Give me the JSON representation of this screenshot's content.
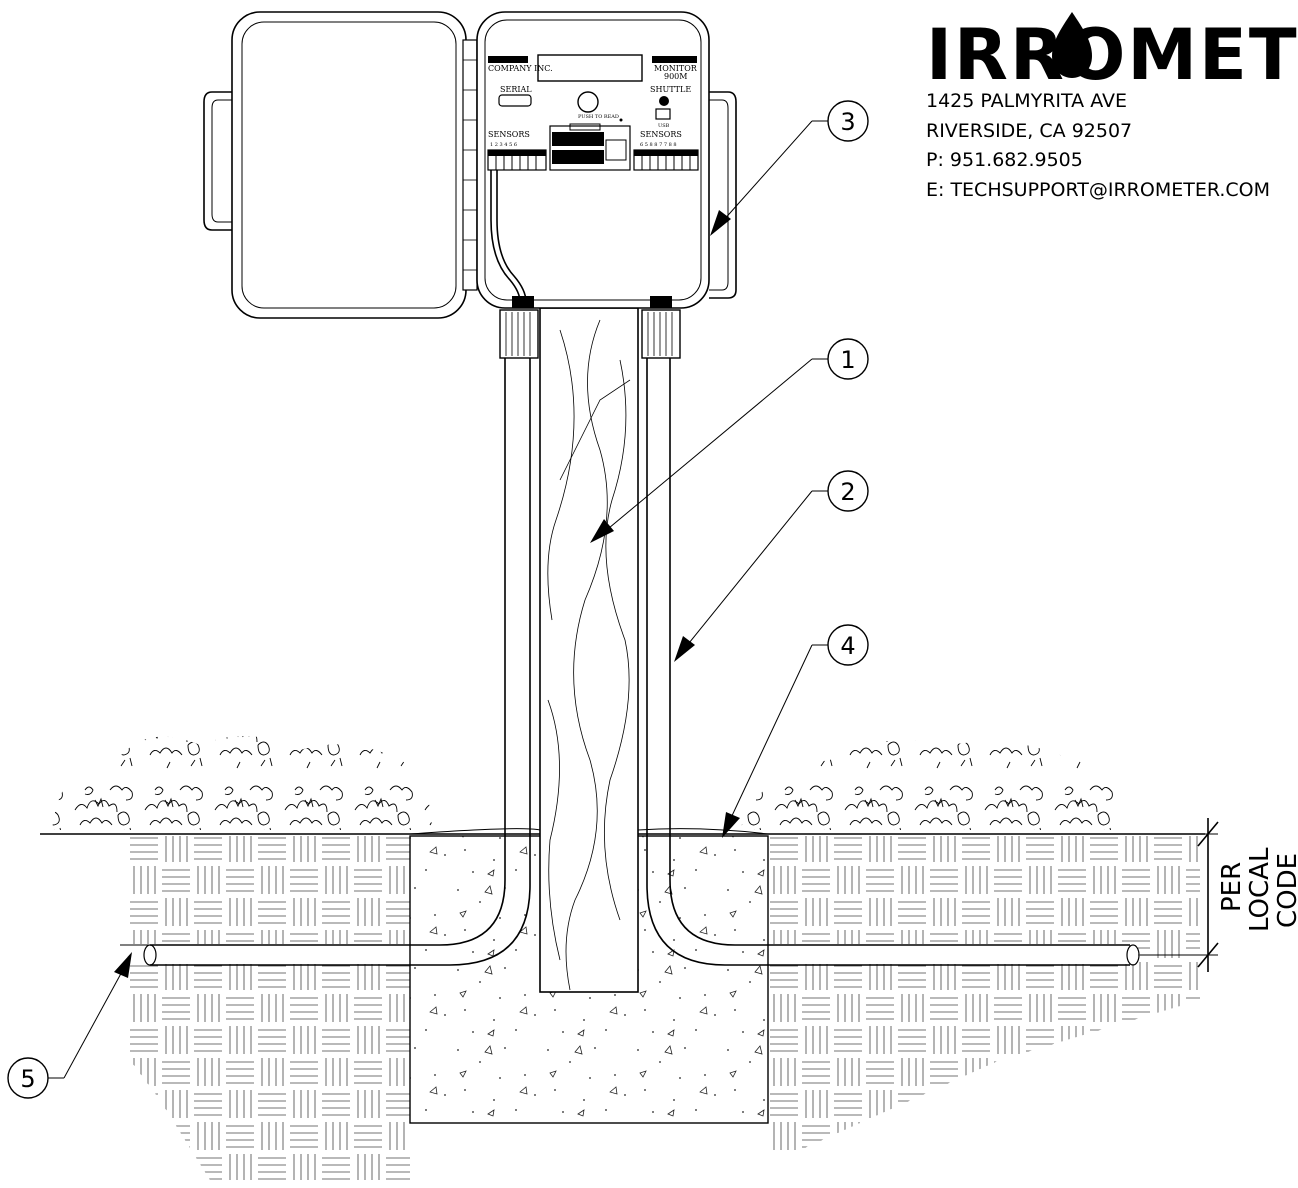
{
  "logo": {
    "text": "IRROMETER"
  },
  "address": {
    "line1": "1425 PALMYRITA AVE",
    "line2": "RIVERSIDE, CA 92507",
    "phone": "P: 951.682.9505",
    "email": "E: TECHSUPPORT@IRROMETER.COM"
  },
  "callouts": [
    "1",
    "2",
    "3",
    "4",
    "5"
  ],
  "dimension": {
    "line1": "PER",
    "line2": "LOCAL",
    "line3": "CODE"
  },
  "device": {
    "maker": "COMPANY INC.",
    "model_line1": "MONITOR",
    "model_line2": "900M",
    "serial": "SERIAL",
    "shuttle": "SHUTTLE",
    "usb": "USB",
    "push": "PUSH TO READ",
    "sensors_left": "SENSORS",
    "sensors_right": "SENSORS",
    "nums_left": "1 2 3 4 5 6",
    "nums_right": "6 5 8 8 7 7 8 8"
  }
}
